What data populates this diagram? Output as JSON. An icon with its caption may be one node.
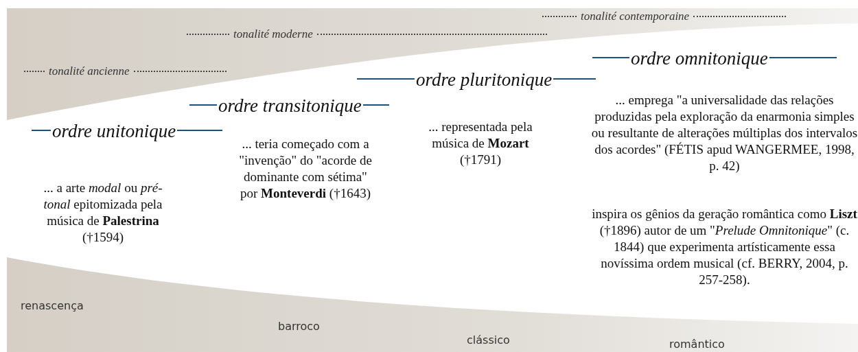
{
  "diagram": {
    "labels": [
      "tonalité contemporaine",
      "tonalité moderne",
      "tonalité ancienne",
      "ordre unitonique",
      "... a arte *modal* ou *pré-tonal* epitomizada pela música de **Palestrina** (†1594)",
      "ordre transitonique",
      "... teria começado com a \"invenção\" do \"acorde de dominante com sétima\" por **Monteverdi** (†1643)",
      "ordre pluritonique",
      "... representada pela música de **Mozart** (†1791)",
      "ordre omnitonique",
      "... emprega \"a universalidade das relações produzidas pela exploração da enarmonia simples ou resultante de alterações múltiplas dos intervalos dos acordes\" (FÉTIS apud WANGERMEE, 1998, p. 42)",
      "inspira os gênios da geração romântica como **Liszt** (†1896) autor de um \"*Prelude Omnitonique*\" (c. 1844) que experimenta artísticamente essa novíssima ordem musical (cf. BERRY, 2004, p. 257-258).",
      "renascença",
      "barroco",
      "clássico",
      "romântico"
    ]
  }
}
